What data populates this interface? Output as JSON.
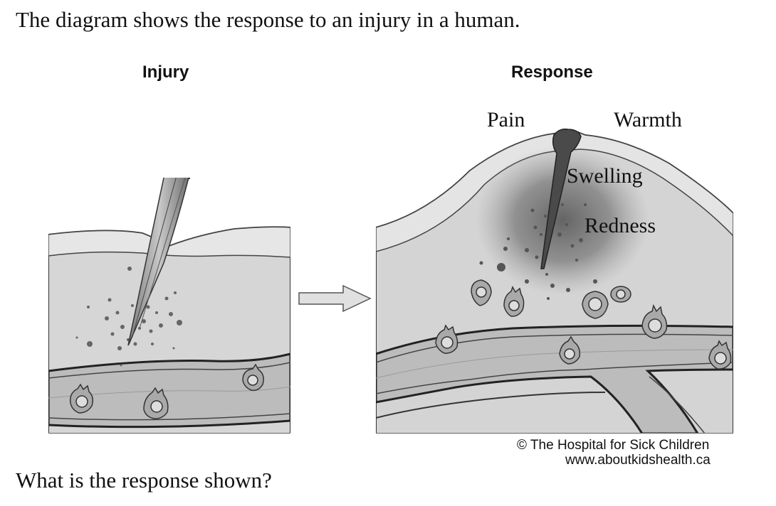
{
  "intro_text": "The diagram shows the response to an injury in a human.",
  "question_text": "What is the response shown?",
  "panels": {
    "injury_title": "Injury",
    "response_title": "Response"
  },
  "response_labels": {
    "pain": "Pain",
    "warmth": "Warmth",
    "swelling": "Swelling",
    "redness": "Redness"
  },
  "credit": {
    "line1": "© The Hospital for Sick Children",
    "line2": "www.aboutkidshealth.ca"
  },
  "colors": {
    "tissue": "#d9d9d9",
    "tissue_dark": "#bdbdbd",
    "outline": "#3a3a3a",
    "redness": "#6f6f6f"
  }
}
